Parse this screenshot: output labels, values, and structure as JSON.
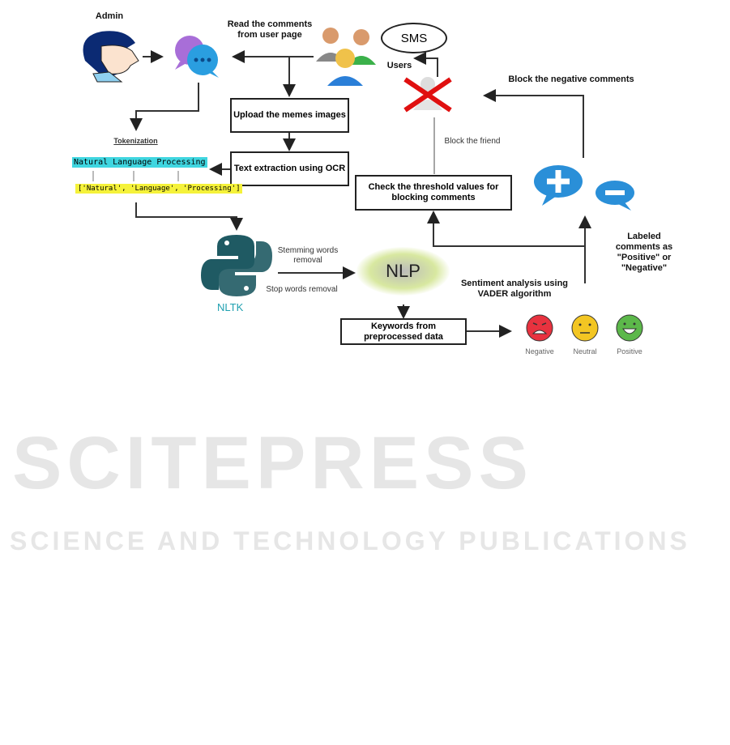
{
  "watermark": {
    "main": "SCITEPRESS",
    "sub": "SCIENCE AND TECHNOLOGY PUBLICATIONS"
  },
  "labels": {
    "admin": "Admin",
    "read_comments": "Read the comments from user page",
    "users": "Users",
    "sms": "SMS",
    "tokenization": "Tokenization",
    "block_negative": "Block the negative comments",
    "block_friend": "Block the friend",
    "stemming": "Stemming words removal",
    "stop_words": "Stop words removal",
    "nltk": "NLTK",
    "nlp_cloud": "NLP",
    "sentiment": "Sentiment analysis using VADER algorithm",
    "labeled": "Labeled comments as \"Positive\" or \"Negative\""
  },
  "boxes": {
    "upload": "Upload the memes images",
    "ocr": "Text extraction using OCR",
    "threshold": "Check the threshold values for blocking comments",
    "keywords": "Keywords from preprocessed data"
  },
  "tokens": {
    "sentence": "Natural Language Processing",
    "list": "['Natural', 'Language', 'Processing']"
  },
  "faces": [
    {
      "label": "Negative",
      "color": "#e8323f"
    },
    {
      "label": "Neutral",
      "color": "#f3c623"
    },
    {
      "label": "Positive",
      "color": "#5cb84a"
    }
  ]
}
